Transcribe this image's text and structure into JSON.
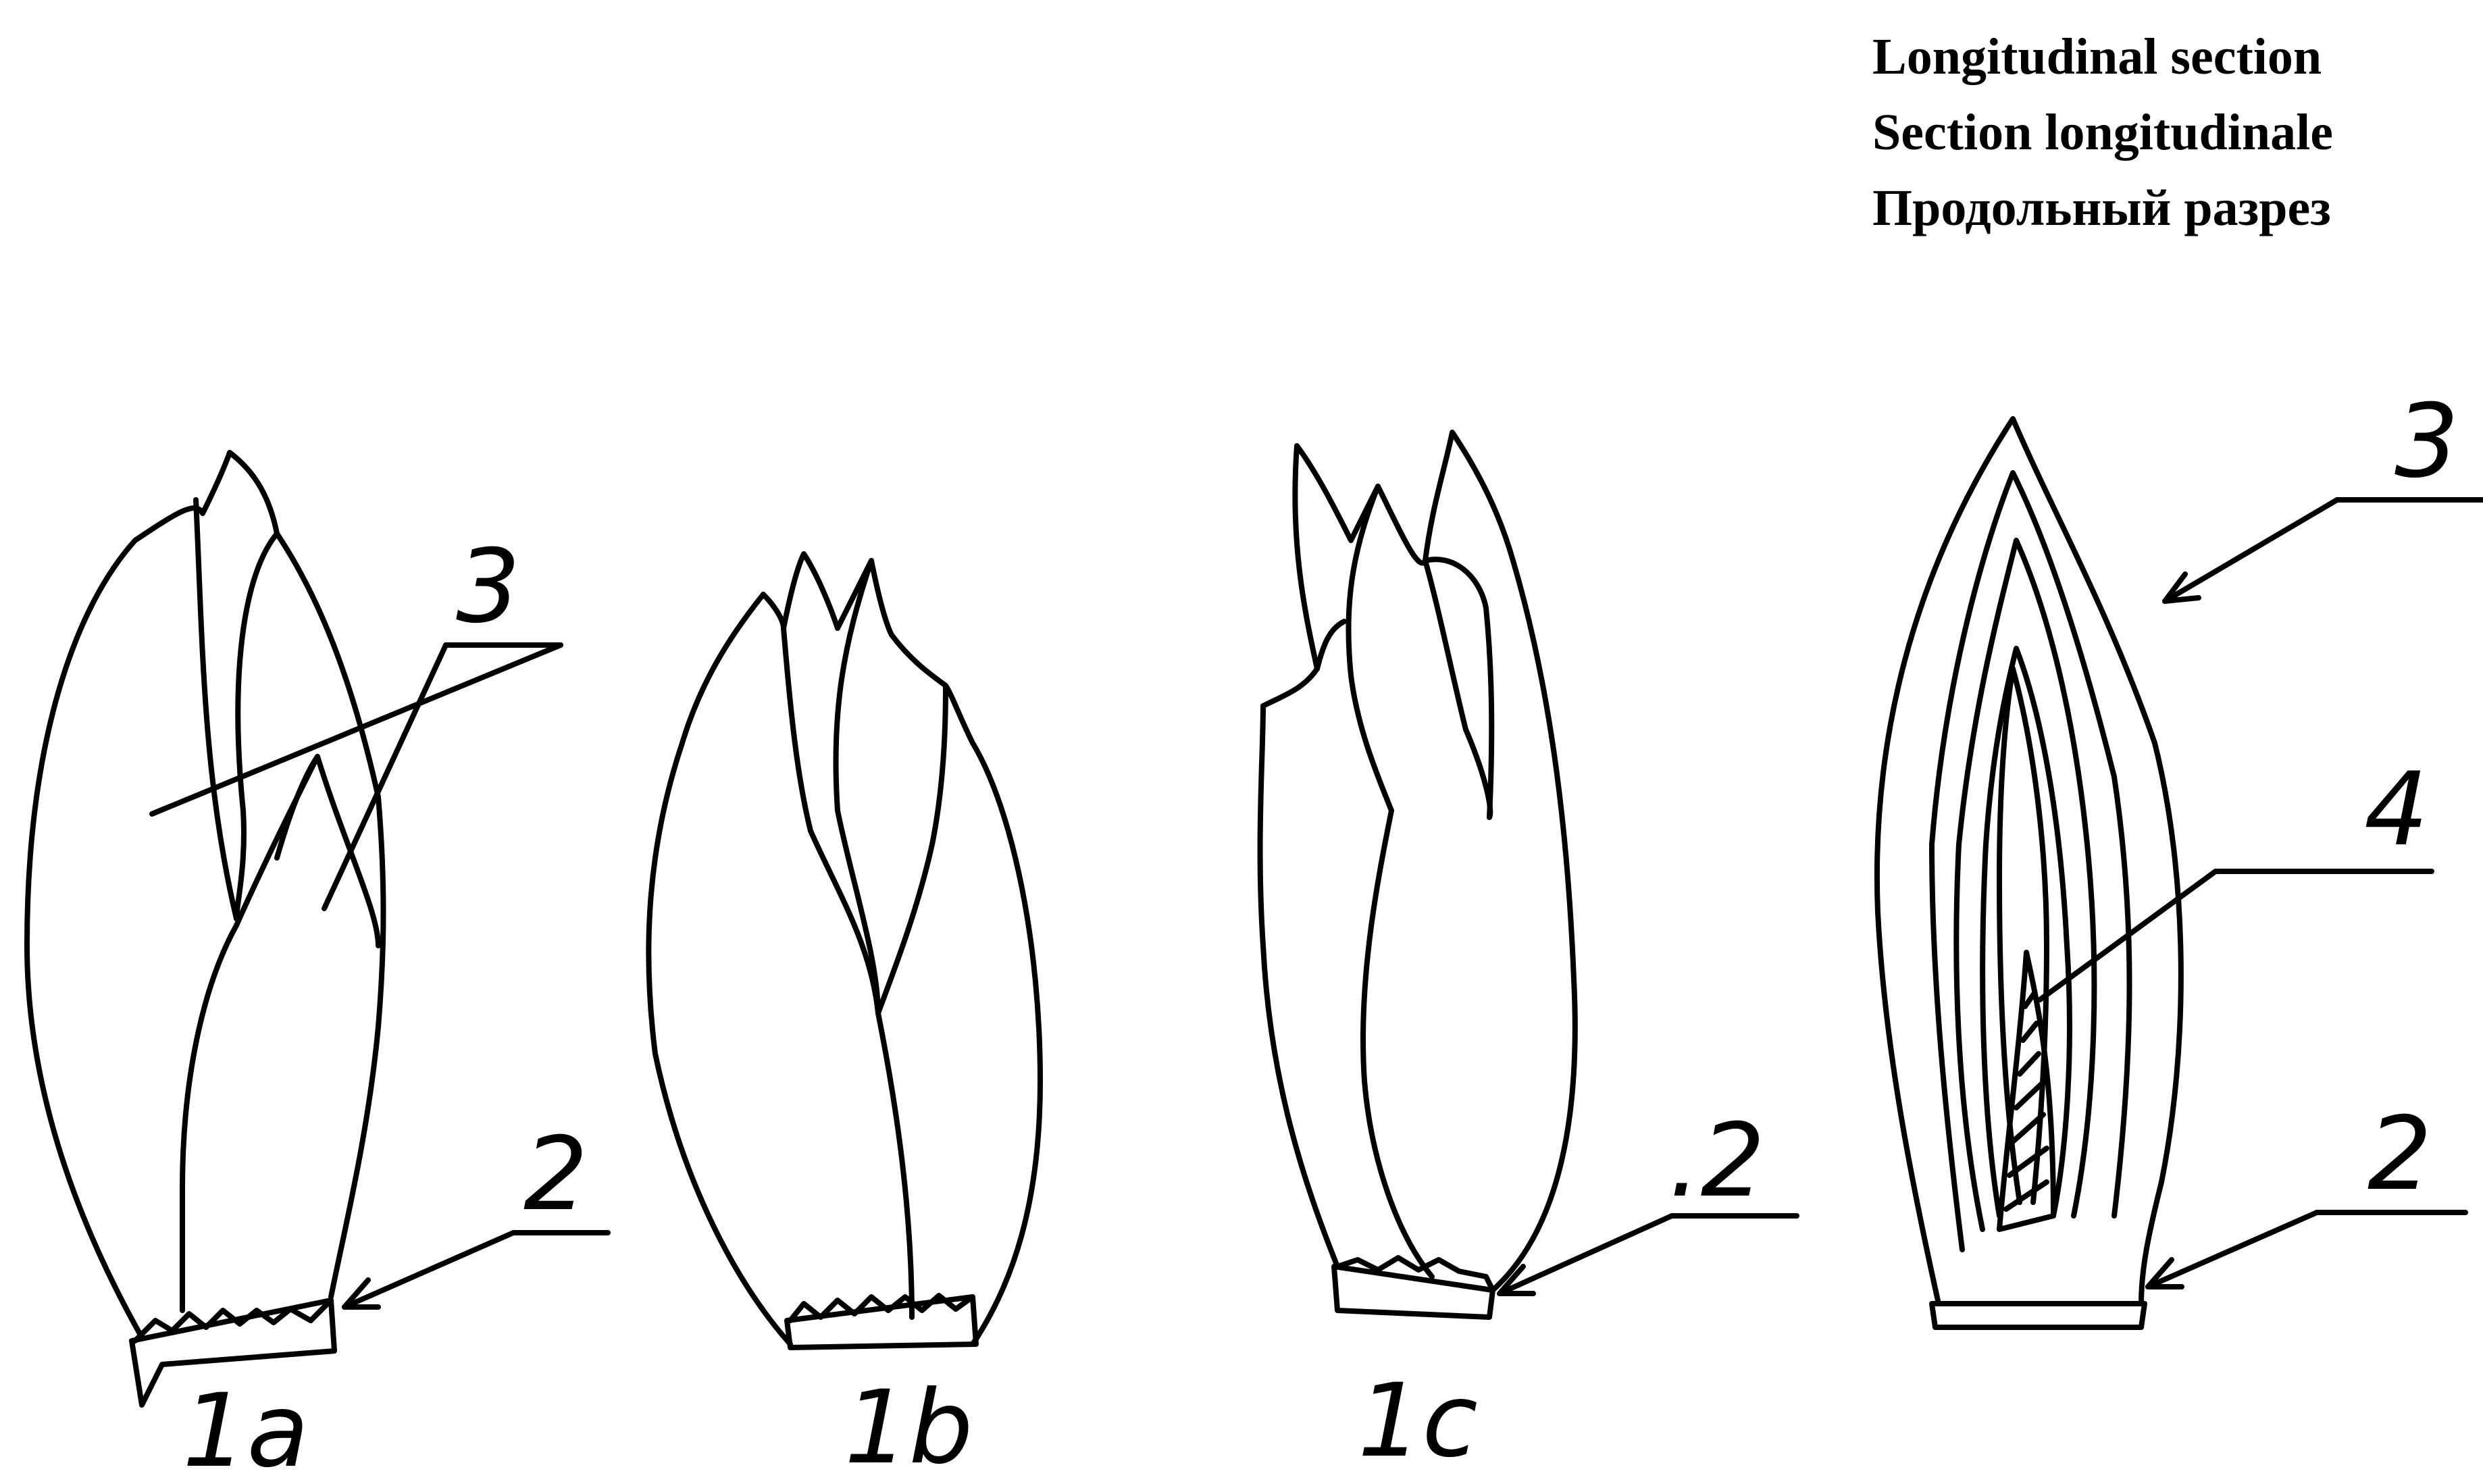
{
  "titles": {
    "en": "Longitudinal section",
    "fr": "Section longitudinale",
    "ru": "Продольный разрез"
  },
  "figures": {
    "fig1a": {
      "caption": "1a",
      "label_leaves": "3",
      "label_base": "2"
    },
    "fig1b": {
      "caption": "1b"
    },
    "fig1c": {
      "caption": "1c",
      "label_base": ".2"
    },
    "section": {
      "label_leaves": "3",
      "label_core": "4",
      "label_base": "2"
    }
  },
  "colors": {
    "ink": "#000000",
    "paper": "#ffffff"
  }
}
